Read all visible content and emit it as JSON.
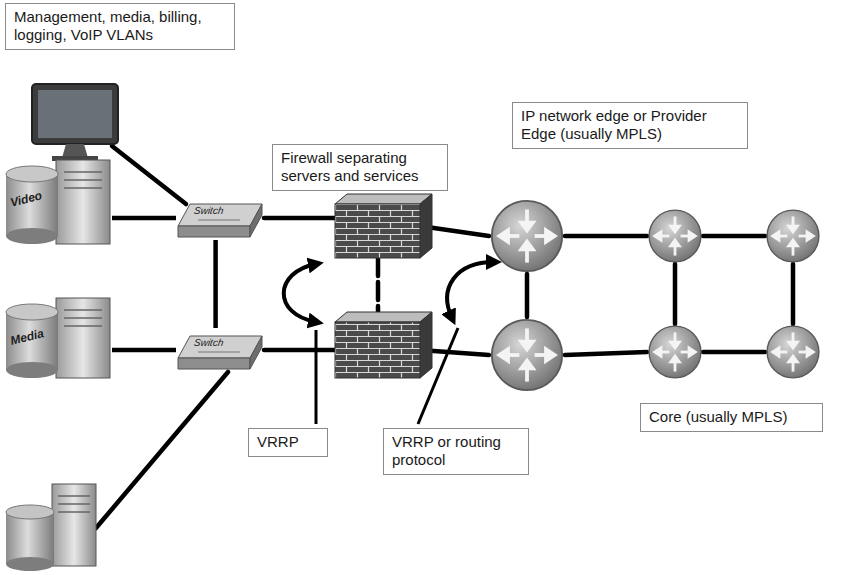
{
  "diagram": {
    "nodes": [
      {
        "text": [
          "Management, media, billing, logging, VoIP VLANs"
        ]
      },
      {
        "text": [
          "Firewall separating servers and services"
        ]
      },
      {
        "text": [
          "IP network edge or Provider Edge (usually MPLS)"
        ]
      },
      {
        "text": [
          "Switch"
        ]
      },
      {
        "text": [
          "Video"
        ]
      },
      {
        "text": [
          "Media"
        ]
      },
      {
        "text": [
          "Switch"
        ]
      },
      {
        "text": [
          "Core (usually MPLS)"
        ]
      },
      {
        "text": [
          "VRRP"
        ]
      },
      {
        "text": [
          "VRRP or routing protocol"
        ]
      }
    ],
    "edges": [
      {
        "from": 4,
        "to": 3,
        "arrow": "none"
      },
      {
        "from": 5,
        "to": 6,
        "arrow": "none"
      },
      {
        "from": 3,
        "to": 6,
        "arrow": "none"
      }
    ]
  }
}
